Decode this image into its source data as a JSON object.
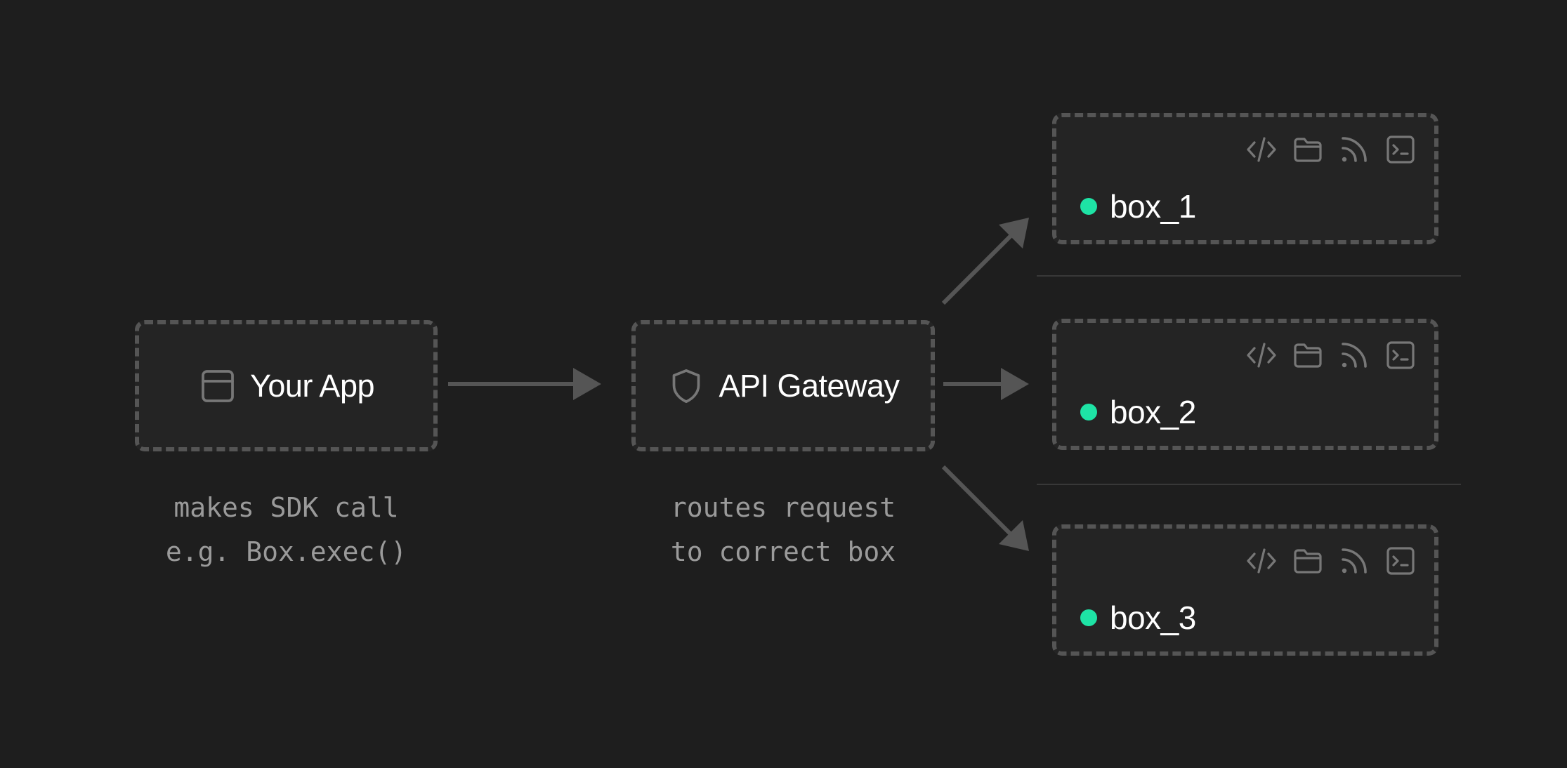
{
  "nodes": {
    "app": {
      "label": "Your App",
      "icon": "app-window-icon"
    },
    "gateway": {
      "label": "API Gateway",
      "icon": "shield-icon"
    }
  },
  "captions": {
    "app": "makes SDK call\ne.g. Box.exec()",
    "gateway": "routes request\nto correct box"
  },
  "boxes": [
    {
      "label": "box_1",
      "status_color": "#1ee3a5"
    },
    {
      "label": "box_2",
      "status_color": "#1ee3a5"
    },
    {
      "label": "box_3",
      "status_color": "#1ee3a5"
    }
  ],
  "box_icons": [
    "code-icon",
    "folder-icon",
    "rss-icon",
    "terminal-icon"
  ],
  "colors": {
    "background": "#1e1e1e",
    "node_fill": "#242424",
    "node_border": "#555555",
    "arrow": "#555555",
    "text": "#ffffff",
    "caption": "#9a9a9a",
    "icon": "#777777",
    "status": "#1ee3a5"
  }
}
